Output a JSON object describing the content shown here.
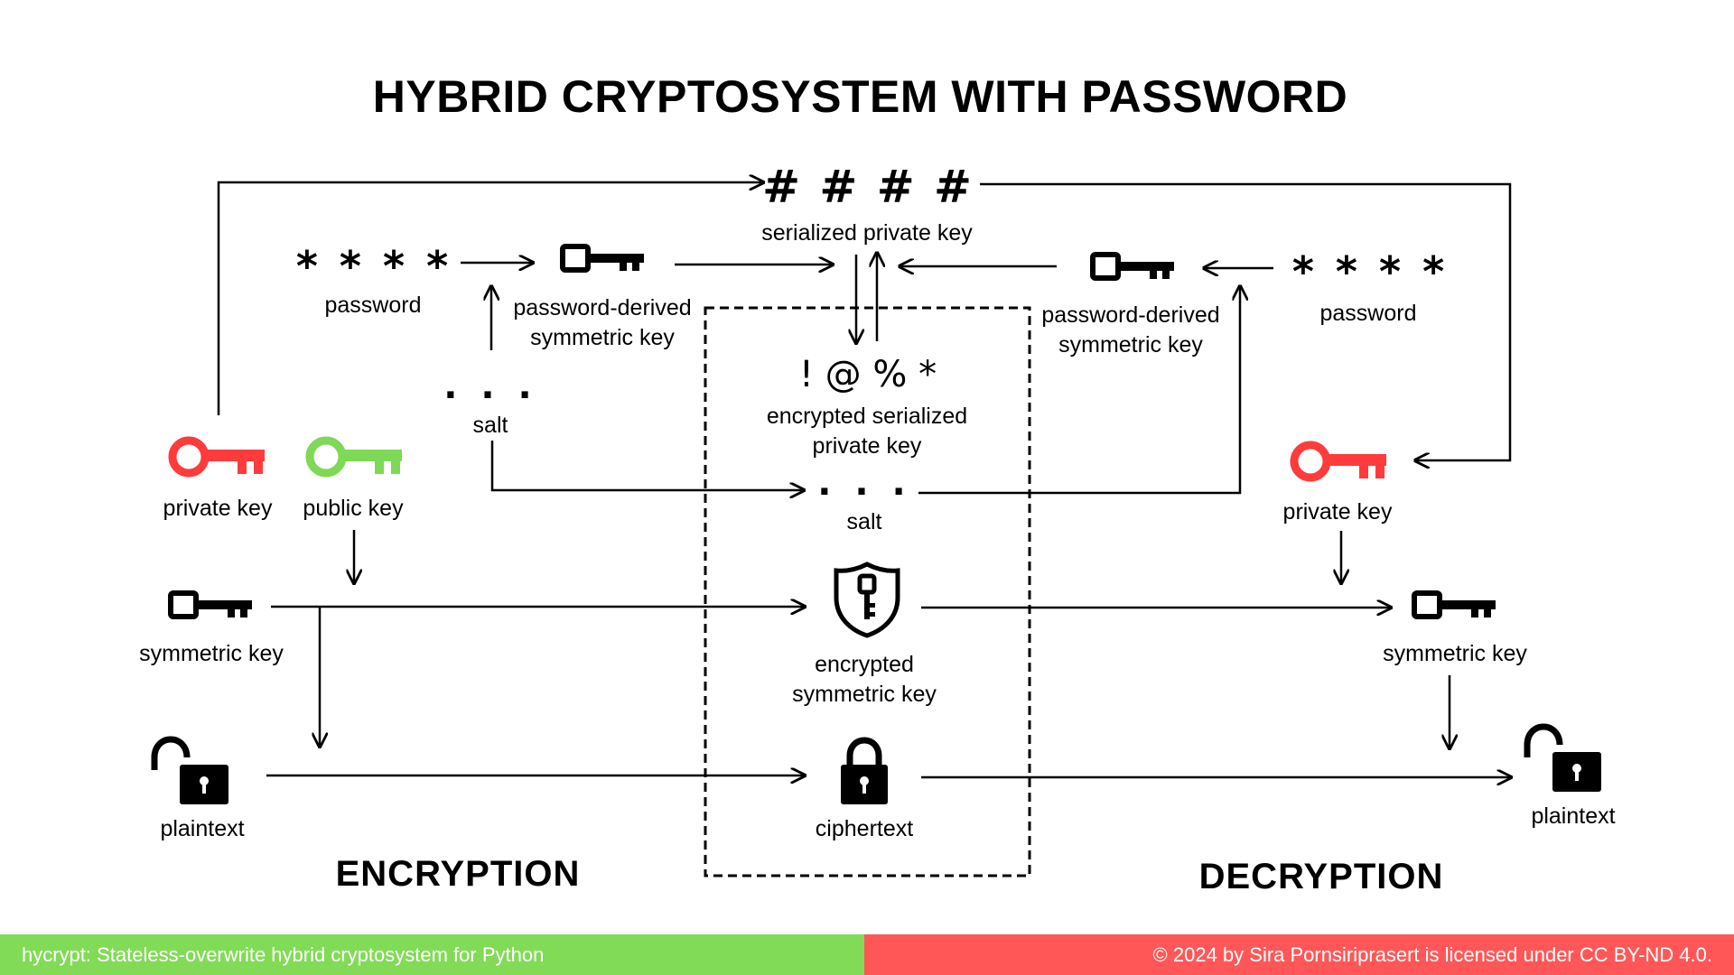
{
  "title": "HYBRID CRYPTOSYSTEM WITH PASSWORD",
  "symbols": {
    "serialized_key": "# # # #",
    "password_enc": "* * * *",
    "password_dec": "* * * *",
    "encrypted_serialized": "! @ % *",
    "salt_enc": ". . .",
    "salt_mid": ". . ."
  },
  "labels": {
    "serialized_private_key": "serialized private key",
    "password_enc": "password",
    "pdk_enc_line1": "password-derived",
    "pdk_enc_line2": "symmetric key",
    "salt_enc": "salt",
    "encrypted_serialized_line1": "encrypted serialized",
    "encrypted_serialized_line2": "private key",
    "salt_mid": "salt",
    "pdk_dec_line1": "password-derived",
    "pdk_dec_line2": "symmetric key",
    "password_dec": "password",
    "private_key_enc": "private key",
    "public_key": "public key",
    "private_key_dec": "private key",
    "symmetric_key_enc": "symmetric key",
    "encrypted_symmetric_line1": "encrypted",
    "encrypted_symmetric_line2": "symmetric key",
    "symmetric_key_dec": "symmetric key",
    "plaintext_enc": "plaintext",
    "ciphertext": "ciphertext",
    "plaintext_dec": "plaintext"
  },
  "sections": {
    "encryption": "ENCRYPTION",
    "decryption": "DECRYPTION"
  },
  "footer": {
    "left": "hycrypt: Stateless-overwrite hybrid cryptosystem for Python",
    "right": "© 2024 by Sira Pornsiriprasert is licensed under CC BY-ND 4.0."
  },
  "colors": {
    "private_key": "#ff3b3b",
    "public_key": "#7ed957",
    "footer_left": "#82db57",
    "footer_right": "#ff5757"
  }
}
